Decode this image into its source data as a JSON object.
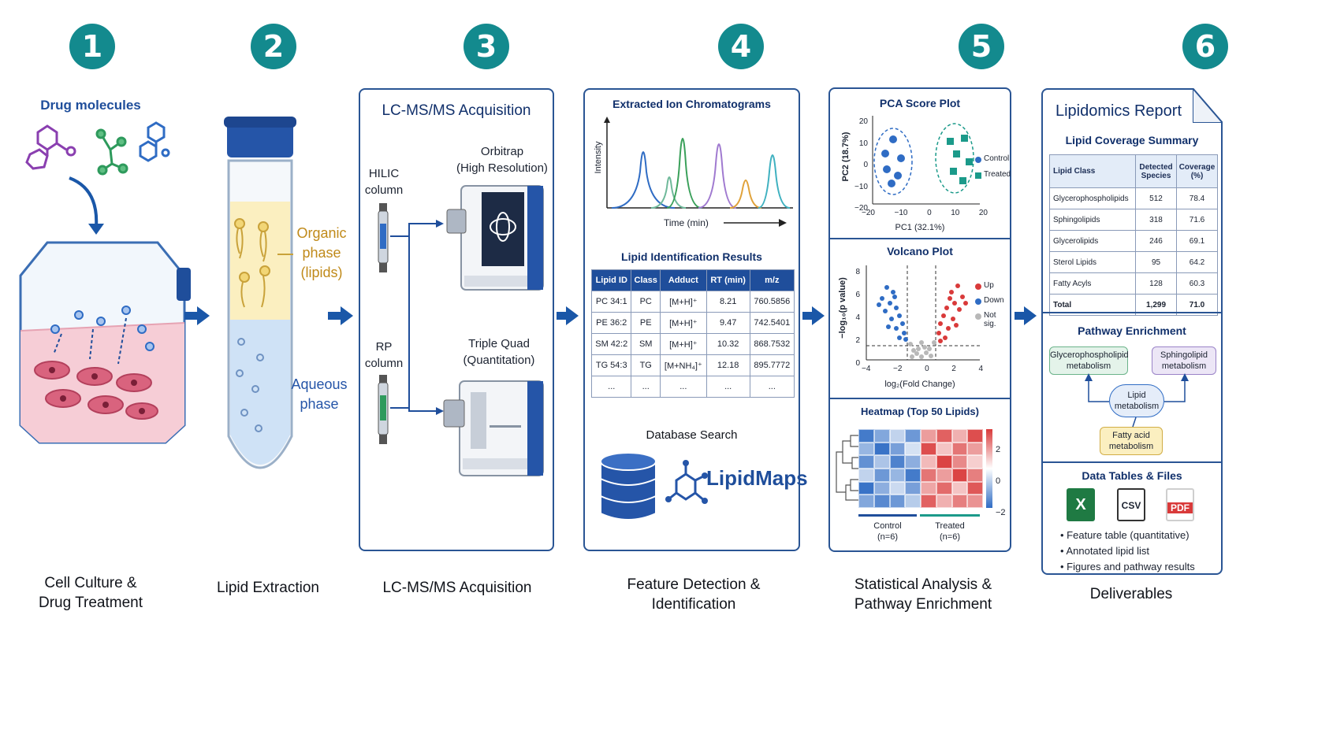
{
  "steps": [
    {
      "num": "1",
      "label_l1": "Cell Culture &",
      "label_l2": "Drug Treatment"
    },
    {
      "num": "2",
      "label_l1": "Lipid Extraction",
      "label_l2": ""
    },
    {
      "num": "3",
      "label_l1": "LC-MS/MS Acquisition",
      "label_l2": ""
    },
    {
      "num": "4",
      "label_l1": "Feature Detection &",
      "label_l2": "Identification"
    },
    {
      "num": "5",
      "label_l1": "Statistical Analysis &",
      "label_l2": "Pathway Enrichment"
    },
    {
      "num": "6",
      "label_l1": "Deliverables",
      "label_l2": ""
    }
  ],
  "step1": {
    "drug_label": "Drug molecules"
  },
  "step2": {
    "organic_l1": "Organic",
    "organic_l2": "phase",
    "organic_l3": "(lipids)",
    "aqueous_l1": "Aqueous",
    "aqueous_l2": "phase"
  },
  "step3": {
    "title": "LC-MS/MS Acquisition",
    "hilic_l1": "HILIC",
    "hilic_l2": "column",
    "rp_l1": "RP",
    "rp_l2": "column",
    "orbitrap_l1": "Orbitrap",
    "orbitrap_l2": "(High Resolution)",
    "tq_l1": "Triple Quad",
    "tq_l2": "(Quantitation)"
  },
  "step4": {
    "eic_title": "Extracted Ion Chromatograms",
    "eic_ylabel": "Intensity",
    "eic_xlabel": "Time (min)",
    "id_title": "Lipid Identification Results",
    "id_headers": [
      "Lipid ID",
      "Class",
      "Adduct",
      "RT (min)",
      "m/z"
    ],
    "id_rows": [
      [
        "PC 34:1",
        "PC",
        "[M+H]⁺",
        "8.21",
        "760.5856"
      ],
      [
        "PE 36:2",
        "PE",
        "[M+H]⁺",
        "9.47",
        "742.5401"
      ],
      [
        "SM 42:2",
        "SM",
        "[M+H]⁺",
        "10.32",
        "868.7532"
      ],
      [
        "TG 54:3",
        "TG",
        "[M+NH₄]⁺",
        "12.18",
        "895.7772"
      ],
      [
        "...",
        "...",
        "...",
        "...",
        "..."
      ]
    ],
    "db_title": "Database Search",
    "db_name": "LipidMaps"
  },
  "step5": {
    "pca_title": "PCA Score Plot",
    "pca_xlabel": "PC1 (32.1%)",
    "pca_ylabel": "PC2 (18.7%)",
    "pca_xticks": [
      "−20",
      "−10",
      "0",
      "10",
      "20"
    ],
    "pca_yticks": [
      "20",
      "10",
      "0",
      "−10",
      "−20"
    ],
    "pca_legend": [
      "Control",
      "Treated"
    ],
    "volcano_title": "Volcano Plot",
    "volcano_xlabel": "log₂(Fold Change)",
    "volcano_ylabel": "−log₁₀(p value)",
    "volcano_xticks": [
      "−4",
      "−2",
      "0",
      "2",
      "4"
    ],
    "volcano_yticks": [
      "8",
      "6",
      "4",
      "2",
      "0"
    ],
    "volcano_legend": [
      "Up",
      "Down",
      "Not sig."
    ],
    "heatmap_title": "Heatmap (Top 50 Lipids)",
    "heatmap_scale": [
      "2",
      "0",
      "−2"
    ],
    "group1_l1": "Control",
    "group1_l2": "(n=6)",
    "group2_l1": "Treated",
    "group2_l2": "(n=6)"
  },
  "step6": {
    "report_title": "Lipidomics Report",
    "coverage_title": "Lipid Coverage Summary",
    "coverage_headers": [
      "Lipid Class",
      "Detected Species",
      "Coverage (%)"
    ],
    "coverage_rows": [
      [
        "Glycerophospholipids",
        "512",
        "78.4"
      ],
      [
        "Sphingolipids",
        "318",
        "71.6"
      ],
      [
        "Glycerolipids",
        "246",
        "69.1"
      ],
      [
        "Sterol Lipids",
        "95",
        "64.2"
      ],
      [
        "Fatty Acyls",
        "128",
        "60.3"
      ],
      [
        "Total",
        "1,299",
        "71.0"
      ]
    ],
    "pathway_title": "Pathway Enrichment",
    "pw_gp": "Glycerophospholipid metabolism",
    "pw_sp": "Sphingolipid metabolism",
    "pw_lipid": "Lipid metabolism",
    "pw_fa": "Fatty acid metabolism",
    "files_title": "Data Tables & Files",
    "file_icons": [
      "X",
      "CSV",
      "PDF"
    ],
    "bullets": [
      "Feature table (quantitative)",
      "Annotated lipid list",
      "Figures and pathway results"
    ]
  },
  "colors": {
    "teal": "#138a8e",
    "navy": "#1f4e9b",
    "up": "#d93a3a",
    "down": "#2f6cc4",
    "ns": "#b8b8b8"
  }
}
